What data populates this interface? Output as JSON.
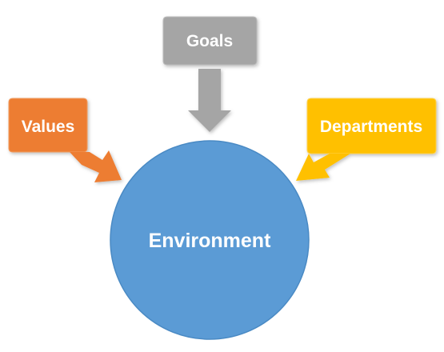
{
  "diagram": {
    "center": {
      "label": "Environment",
      "color": "#5b9bd5"
    },
    "inputs": [
      {
        "label": "Goals",
        "color": "#a5a5a5"
      },
      {
        "label": "Values",
        "color": "#ed7d31"
      },
      {
        "label": "Departments",
        "color": "#ffc000"
      }
    ]
  }
}
